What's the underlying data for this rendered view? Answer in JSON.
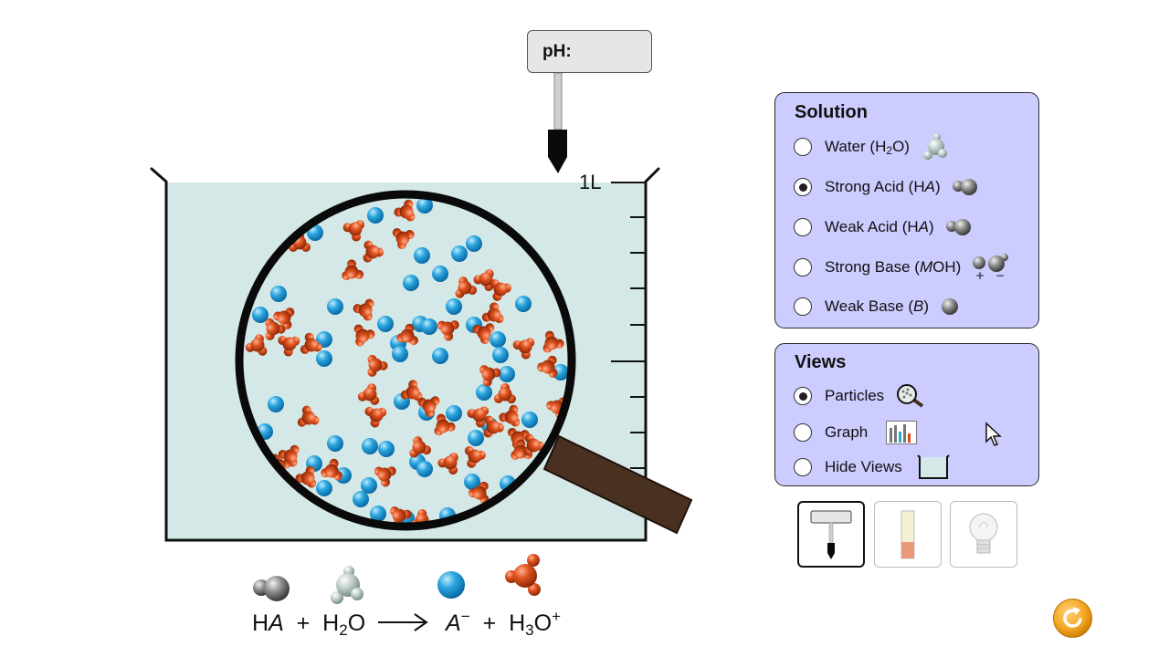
{
  "ph_meter": {
    "label": "pH:",
    "value": ""
  },
  "beaker": {
    "volume_label": "1L"
  },
  "solution_panel": {
    "title": "Solution",
    "options": [
      {
        "label": "Water (H",
        "sub": "2",
        "tail": "O)",
        "selected": false,
        "icon": "water-molecule-icon"
      },
      {
        "label": "Strong Acid (H",
        "ital": "A",
        "tail": ")",
        "selected": true,
        "icon": "acid-molecule-icon"
      },
      {
        "label": "Weak Acid (H",
        "ital": "A",
        "tail": ")",
        "selected": false,
        "icon": "acid-molecule-icon"
      },
      {
        "label": "Strong Base (",
        "ital": "M",
        "tail": "OH)",
        "selected": false,
        "icon": "base-ions-icon"
      },
      {
        "label": "Weak Base (",
        "ital": "B",
        "tail": ")",
        "selected": false,
        "icon": "base-molecule-icon"
      }
    ]
  },
  "views_panel": {
    "title": "Views",
    "options": [
      {
        "label": "Particles",
        "selected": true,
        "icon": "magnifier-icon"
      },
      {
        "label": "Graph",
        "selected": false,
        "icon": "bar-graph-icon"
      },
      {
        "label": "Hide Views",
        "selected": false,
        "icon": "beaker-icon"
      }
    ]
  },
  "tools": [
    {
      "name": "ph-meter-tool",
      "selected": true
    },
    {
      "name": "ph-paper-tool",
      "selected": false
    },
    {
      "name": "conductivity-tool",
      "selected": false
    }
  ],
  "equation": {
    "reactant1": "HA",
    "plus1": "+",
    "reactant2": "H2O",
    "product1": "A−",
    "plus2": "+",
    "product2": "H3O+"
  },
  "colors": {
    "solution": "#d4e9e7",
    "panel": "#ccccff",
    "anion": "#2ba6de",
    "hydronium": "#d64a1c",
    "handle": "#4a3020",
    "reset": "#f5a623"
  }
}
